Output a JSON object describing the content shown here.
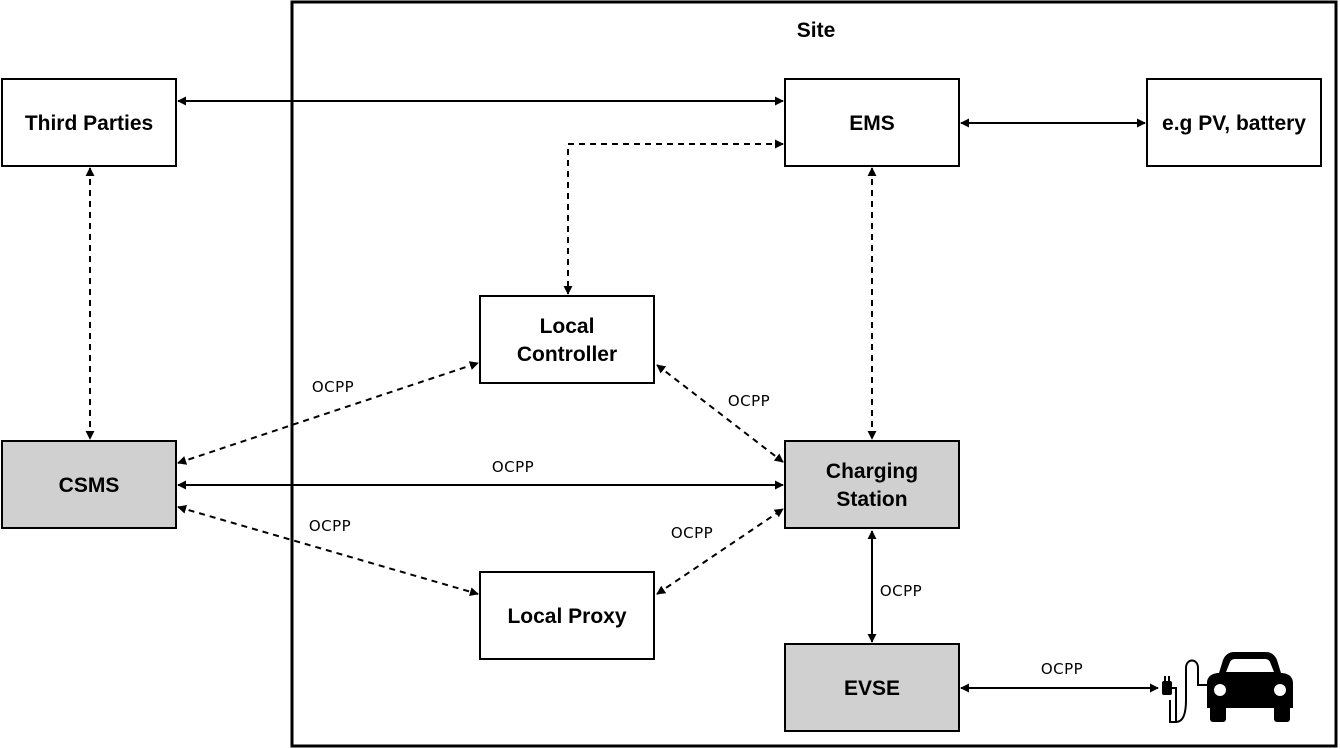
{
  "site": {
    "title": "Site"
  },
  "nodes": {
    "third_parties": "Third Parties",
    "ems": "EMS",
    "pv_battery": "e.g PV, battery",
    "local_controller": [
      "Local",
      "Controller"
    ],
    "csms": "CSMS",
    "charging_station": [
      "Charging",
      "Station"
    ],
    "local_proxy": "Local Proxy",
    "evse": "EVSE"
  },
  "edges": {
    "csms_to_local_controller": "OCPP",
    "local_controller_to_charging_station": "OCPP",
    "csms_to_charging_station": "OCPP",
    "csms_to_local_proxy": "OCPP",
    "local_proxy_to_charging_station": "OCPP",
    "charging_station_to_evse": "OCPP",
    "evse_to_vehicle": "OCPP"
  },
  "icons": {
    "vehicle": "car-with-charging-plug-icon"
  },
  "colors": {
    "highlight_box": "#d0d0d0",
    "stroke": "#000000"
  }
}
